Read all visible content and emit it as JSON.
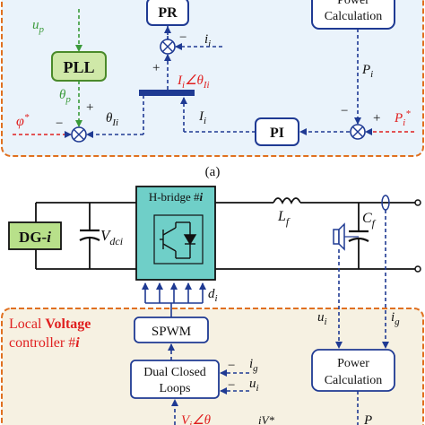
{
  "top_panel": {
    "pr": "PR",
    "power_calc_top": "Calculation",
    "power_calc_cut": "Power",
    "pll": "PLL",
    "pi": "PI",
    "up": "u",
    "up_sub": "p",
    "theta_p": "θ",
    "theta_p_sub": "p",
    "ii": "i",
    "ii_sub": "i",
    "Ii_theta": "I",
    "Ii_theta_mid": "i",
    "Ii_theta_ang": "∠θ",
    "Ii_theta_sub": "Ii",
    "theta_Ii": "θ",
    "theta_Ii_sub": "Ii",
    "Ii": "I",
    "Ii_sub": "i",
    "Pi": "P",
    "Pi_sub": "i",
    "phi_star": "φ",
    "star": "*",
    "Pi_star": "P",
    "Pi_star_sub": "i",
    "minus": "−",
    "plus": "+"
  },
  "caption": "(a)",
  "bottom": {
    "dg": "DG-",
    "dg_i": "i",
    "vdc": "V",
    "vdc_sub": "dci",
    "hbridge": "H-bridge #",
    "hbridge_i": "i",
    "lf": "L",
    "lf_sub": "f",
    "cf": "C",
    "cf_sub": "f",
    "di": "d",
    "di_sub": "i",
    "local_voltage_1": "Local ",
    "local_voltage_2": "Voltage",
    "controller": "controller #",
    "controller_i": "i",
    "spwm": "SPWM",
    "dual_1": "Dual Closed",
    "dual_2": "Loops",
    "ig": "i",
    "ig_sub": "g",
    "ui": "u",
    "ui_sub": "i",
    "ui_right": "u",
    "ig_right": "i",
    "power_calc_1": "Power",
    "power_calc_2": "Calculation",
    "vi_theta": "V",
    "vi_theta_mid": "i",
    "vi_theta_ang": "∠θ",
    "vi_cut": "iV*",
    "pi_cut": "P"
  },
  "colors": {
    "panel_border": "#e07020",
    "panel_fill_top": "#eaf3fb",
    "panel_fill_bottom": "#f6f1e2",
    "block_stroke": "#1f3a93",
    "pll_fill": "#cfe8a8",
    "pll_stroke": "#4a8a2a",
    "dg_fill": "#b8e08a",
    "hbridge_fill": "#6fcfc8",
    "arrow_blue": "#1f3a93",
    "arrow_green": "#3a9a3a",
    "text_red": "#e02020"
  }
}
